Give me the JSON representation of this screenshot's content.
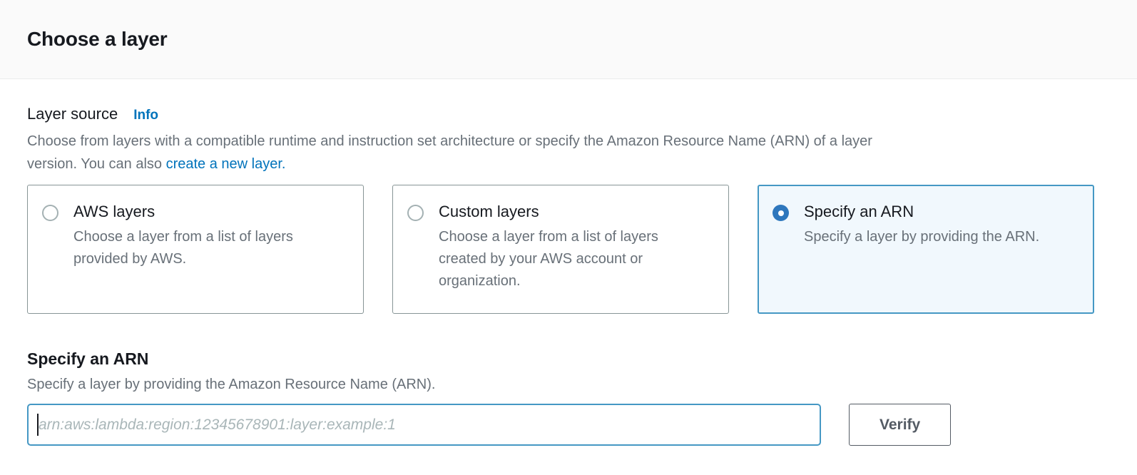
{
  "header": {
    "title": "Choose a layer"
  },
  "layer_source": {
    "label": "Layer source",
    "info_link": "Info",
    "description_line1": "Choose from layers with a compatible runtime and instruction set architecture or specify the Amazon Resource Name (ARN) of a layer",
    "description_line2_prefix": "version. You can also ",
    "create_layer_link": "create a new layer."
  },
  "cards": [
    {
      "title": "AWS layers",
      "description": "Choose a layer from a list of layers provided by AWS.",
      "selected": false
    },
    {
      "title": "Custom layers",
      "description": "Choose a layer from a list of layers created by your AWS account or organization.",
      "selected": false
    },
    {
      "title": "Specify an ARN",
      "description": "Specify a layer by providing the ARN.",
      "selected": true
    }
  ],
  "arn_section": {
    "heading": "Specify an ARN",
    "description": "Specify a layer by providing the Amazon Resource Name (ARN).",
    "input_value": "",
    "input_placeholder": "arn:aws:lambda:region:12345678901:layer:example:1",
    "verify_button": "Verify"
  },
  "colors": {
    "link_blue": "#0073bb",
    "focus_selected_blue": "#4598c4",
    "radio_checked_blue": "#2e77bd",
    "selected_card_bg": "#f1f8fd",
    "heading_text": "#16191f",
    "secondary_text": "#687078",
    "button_border_text": "#545b64",
    "header_band_bg": "#fafafa",
    "divider": "#eaeded"
  }
}
